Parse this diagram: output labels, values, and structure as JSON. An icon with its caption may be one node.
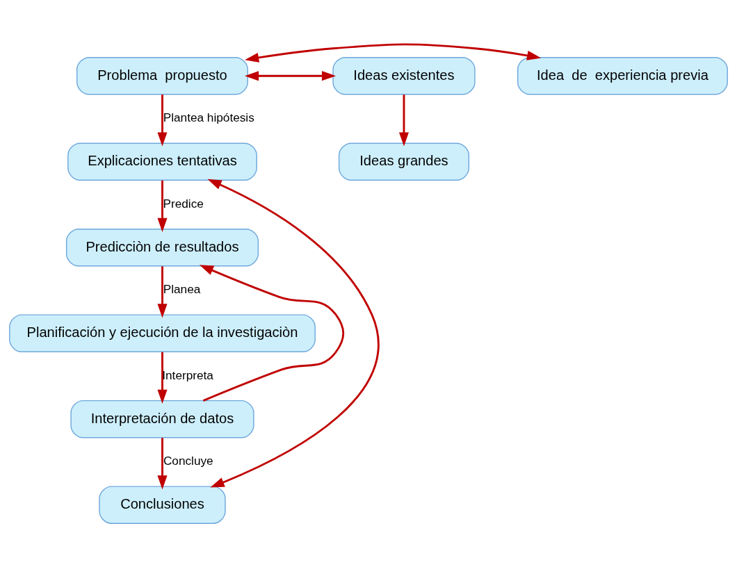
{
  "diagram": {
    "nodes": [
      {
        "text": [
          "Problema  propuesto"
        ]
      },
      {
        "text": [
          "Idea  de  experiencia previa"
        ]
      },
      {
        "text": [
          "Ideas existentes"
        ]
      },
      {
        "text": [
          "Ideas grandes"
        ]
      },
      {
        "text": [
          "Explicaciones tentativas"
        ]
      },
      {
        "text": [
          "Predicciòn de resultados"
        ]
      },
      {
        "text": [
          "Planificación y ejecución de la investigaciòn"
        ]
      },
      {
        "text": [
          "Interpretación de datos"
        ]
      },
      {
        "text": [
          "Conclusiones"
        ]
      }
    ],
    "edges": [
      {
        "from": 0,
        "to": 1,
        "arrow": "both"
      },
      {
        "from": 0,
        "to": 2,
        "arrow": "both"
      },
      {
        "from": 2,
        "to": 3,
        "arrow": "to"
      },
      {
        "from": 0,
        "to": 4,
        "arrow": "to",
        "label": "Plantea hipótesis"
      },
      {
        "from": 4,
        "to": 5,
        "arrow": "to",
        "label": "Predice"
      },
      {
        "from": 5,
        "to": 6,
        "arrow": "to",
        "label": "Planea"
      },
      {
        "from": 6,
        "to": 7,
        "arrow": "to",
        "label": "Interpreta"
      },
      {
        "from": 7,
        "to": 8,
        "arrow": "to",
        "label": "Concluye"
      },
      {
        "from": 7,
        "to": 5,
        "arrow": "to"
      },
      {
        "from": 4,
        "to": 8,
        "arrow": "both"
      }
    ]
  }
}
